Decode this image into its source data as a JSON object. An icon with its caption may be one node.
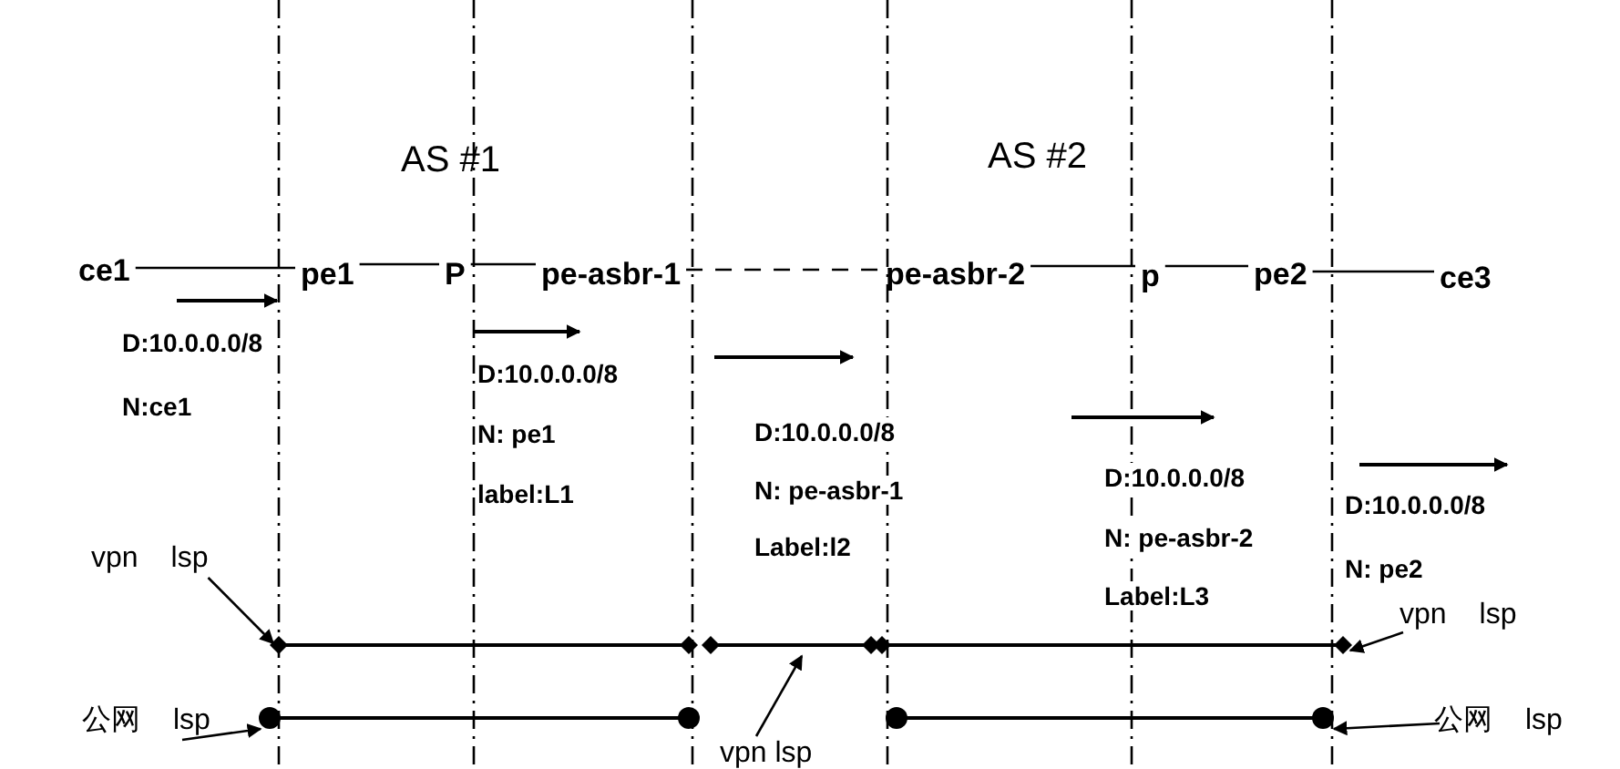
{
  "diagram": {
    "nodes": [
      {
        "text": [
          "ce1"
        ]
      },
      {
        "text": [
          "pe1"
        ]
      },
      {
        "text": [
          "P"
        ]
      },
      {
        "text": [
          "pe-asbr-1"
        ]
      },
      {
        "text": [
          "pe-asbr-2"
        ]
      },
      {
        "text": [
          "p"
        ]
      },
      {
        "text": [
          "pe2"
        ]
      },
      {
        "text": [
          "ce3"
        ]
      },
      {
        "text": [
          "vpn",
          "lsp"
        ]
      },
      {
        "text": [
          "公网",
          "lsp"
        ]
      },
      {
        "text": [
          "vpn lsp"
        ]
      },
      {
        "text": [
          "vpn",
          "lsp"
        ]
      },
      {
        "text": [
          "公网",
          "lsp"
        ]
      },
      {
        "text": [],
        "shape": "line"
      },
      {
        "text": [],
        "shape": "line"
      },
      {
        "text": [],
        "shape": "line"
      },
      {
        "text": [],
        "shape": "bar"
      },
      {
        "text": [],
        "shape": "bar"
      }
    ],
    "edges": [
      {
        "from": 0,
        "to": 1,
        "arrow": "none"
      },
      {
        "from": 1,
        "to": 2,
        "arrow": "none"
      },
      {
        "from": 2,
        "to": 3,
        "arrow": "none"
      },
      {
        "from": 3,
        "to": 4,
        "arrow": "none",
        "style": "dashed"
      },
      {
        "from": 4,
        "to": 5,
        "arrow": "none"
      },
      {
        "from": 5,
        "to": 6,
        "arrow": "none"
      },
      {
        "from": 6,
        "to": 7,
        "arrow": "none"
      },
      {
        "from": 8,
        "to": 13,
        "arrow": "to"
      },
      {
        "from": 9,
        "to": 16,
        "arrow": "to"
      },
      {
        "from": 10,
        "to": 14,
        "arrow": "to"
      },
      {
        "from": 11,
        "to": 15,
        "arrow": "to"
      },
      {
        "from": 12,
        "to": 17,
        "arrow": "to"
      }
    ],
    "labels": [
      "AS #1",
      "AS #2",
      "D:10.0.0.0/8",
      "N:ce1",
      "D:10.0.0.0/8",
      "N: pe1",
      "label:L1",
      "D:10.0.0.0/8",
      "N: pe-asbr-1",
      "Label:l2",
      "D:10.0.0.0/8",
      "N: pe-asbr-2",
      "Label:L3",
      "D:10.0.0.0/8",
      "N: pe2"
    ]
  }
}
